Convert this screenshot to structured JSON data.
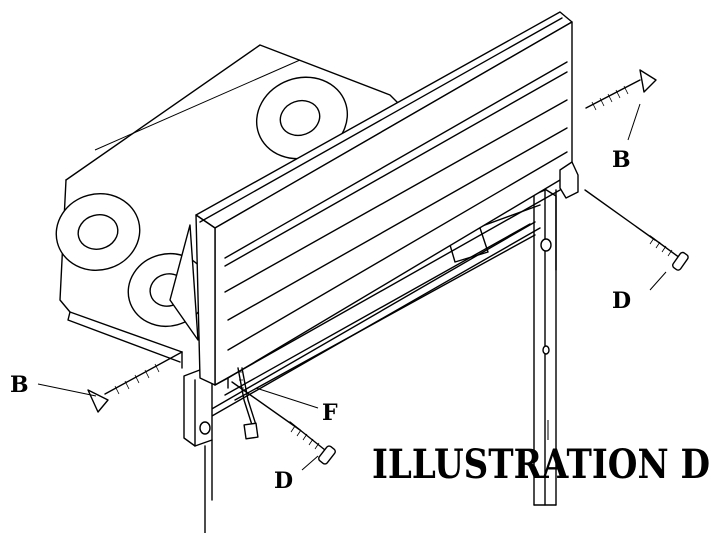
{
  "illustration": {
    "title": "ILLUSTRATION D"
  },
  "callouts": {
    "b_top_right": "B",
    "b_left": "B",
    "d_right": "D",
    "d_bottom": "D",
    "f_label": "F"
  },
  "colors": {
    "line": "#000000",
    "background": "#ffffff"
  }
}
